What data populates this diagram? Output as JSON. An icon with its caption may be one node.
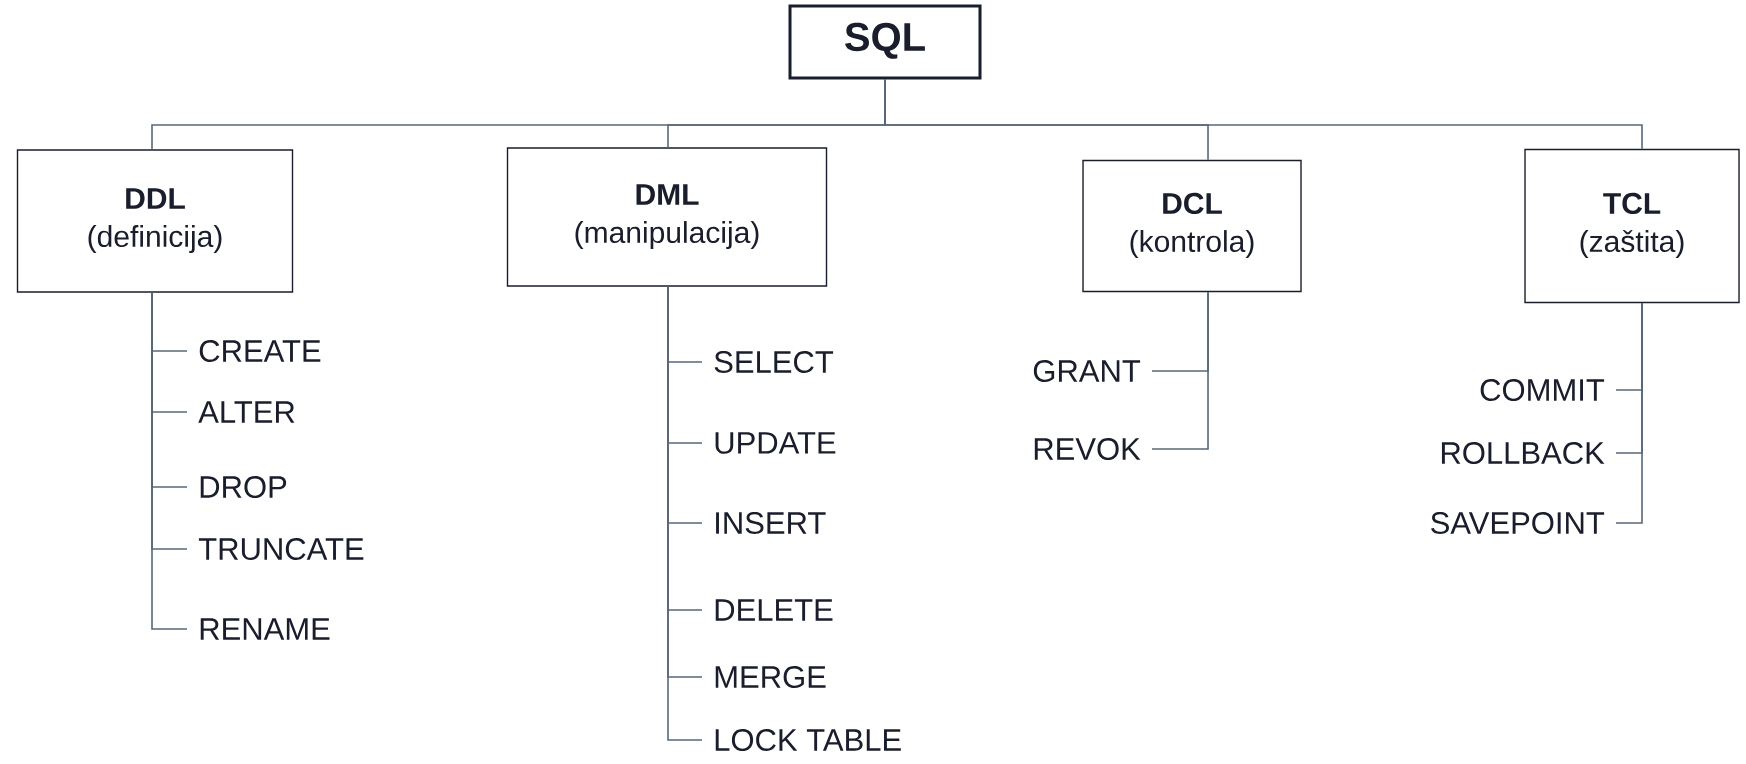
{
  "diagram": {
    "nodes": [
      {
        "text": [
          "SQL"
        ]
      },
      {
        "text": [
          "DDL",
          "(definicija)"
        ]
      },
      {
        "text": [
          "DML",
          "(manipulacija)"
        ]
      },
      {
        "text": [
          "DCL",
          "(kontrola)"
        ]
      },
      {
        "text": [
          "TCL",
          "(zaštita)"
        ]
      },
      {
        "text": [
          "CREATE"
        ]
      },
      {
        "text": [
          "ALTER"
        ]
      },
      {
        "text": [
          "DROP"
        ]
      },
      {
        "text": [
          "TRUNCATE"
        ]
      },
      {
        "text": [
          "RENAME"
        ]
      },
      {
        "text": [
          "SELECT"
        ]
      },
      {
        "text": [
          "UPDATE"
        ]
      },
      {
        "text": [
          "INSERT"
        ]
      },
      {
        "text": [
          "DELETE"
        ]
      },
      {
        "text": [
          "MERGE"
        ]
      },
      {
        "text": [
          "LOCK TABLE"
        ]
      },
      {
        "text": [
          "GRANT"
        ]
      },
      {
        "text": [
          "REVOK"
        ]
      },
      {
        "text": [
          "COMMIT"
        ]
      },
      {
        "text": [
          "ROLLBACK"
        ]
      },
      {
        "text": [
          "SAVEPOINT"
        ]
      }
    ],
    "edges": [
      {
        "from": 0,
        "to": 1,
        "arrow": "none"
      },
      {
        "from": 0,
        "to": 2,
        "arrow": "none"
      },
      {
        "from": 0,
        "to": 3,
        "arrow": "none"
      },
      {
        "from": 0,
        "to": 4,
        "arrow": "none"
      },
      {
        "from": 1,
        "to": 5,
        "arrow": "none"
      },
      {
        "from": 1,
        "to": 6,
        "arrow": "none"
      },
      {
        "from": 1,
        "to": 7,
        "arrow": "none"
      },
      {
        "from": 1,
        "to": 8,
        "arrow": "none"
      },
      {
        "from": 1,
        "to": 9,
        "arrow": "none"
      },
      {
        "from": 2,
        "to": 10,
        "arrow": "none"
      },
      {
        "from": 2,
        "to": 11,
        "arrow": "none"
      },
      {
        "from": 2,
        "to": 12,
        "arrow": "none"
      },
      {
        "from": 2,
        "to": 13,
        "arrow": "none"
      },
      {
        "from": 2,
        "to": 14,
        "arrow": "none"
      },
      {
        "from": 2,
        "to": 15,
        "arrow": "none"
      },
      {
        "from": 3,
        "to": 16,
        "arrow": "none"
      },
      {
        "from": 3,
        "to": 17,
        "arrow": "none"
      },
      {
        "from": 4,
        "to": 18,
        "arrow": "none"
      },
      {
        "from": 4,
        "to": 19,
        "arrow": "none"
      },
      {
        "from": 4,
        "to": 20,
        "arrow": "none"
      }
    ]
  }
}
